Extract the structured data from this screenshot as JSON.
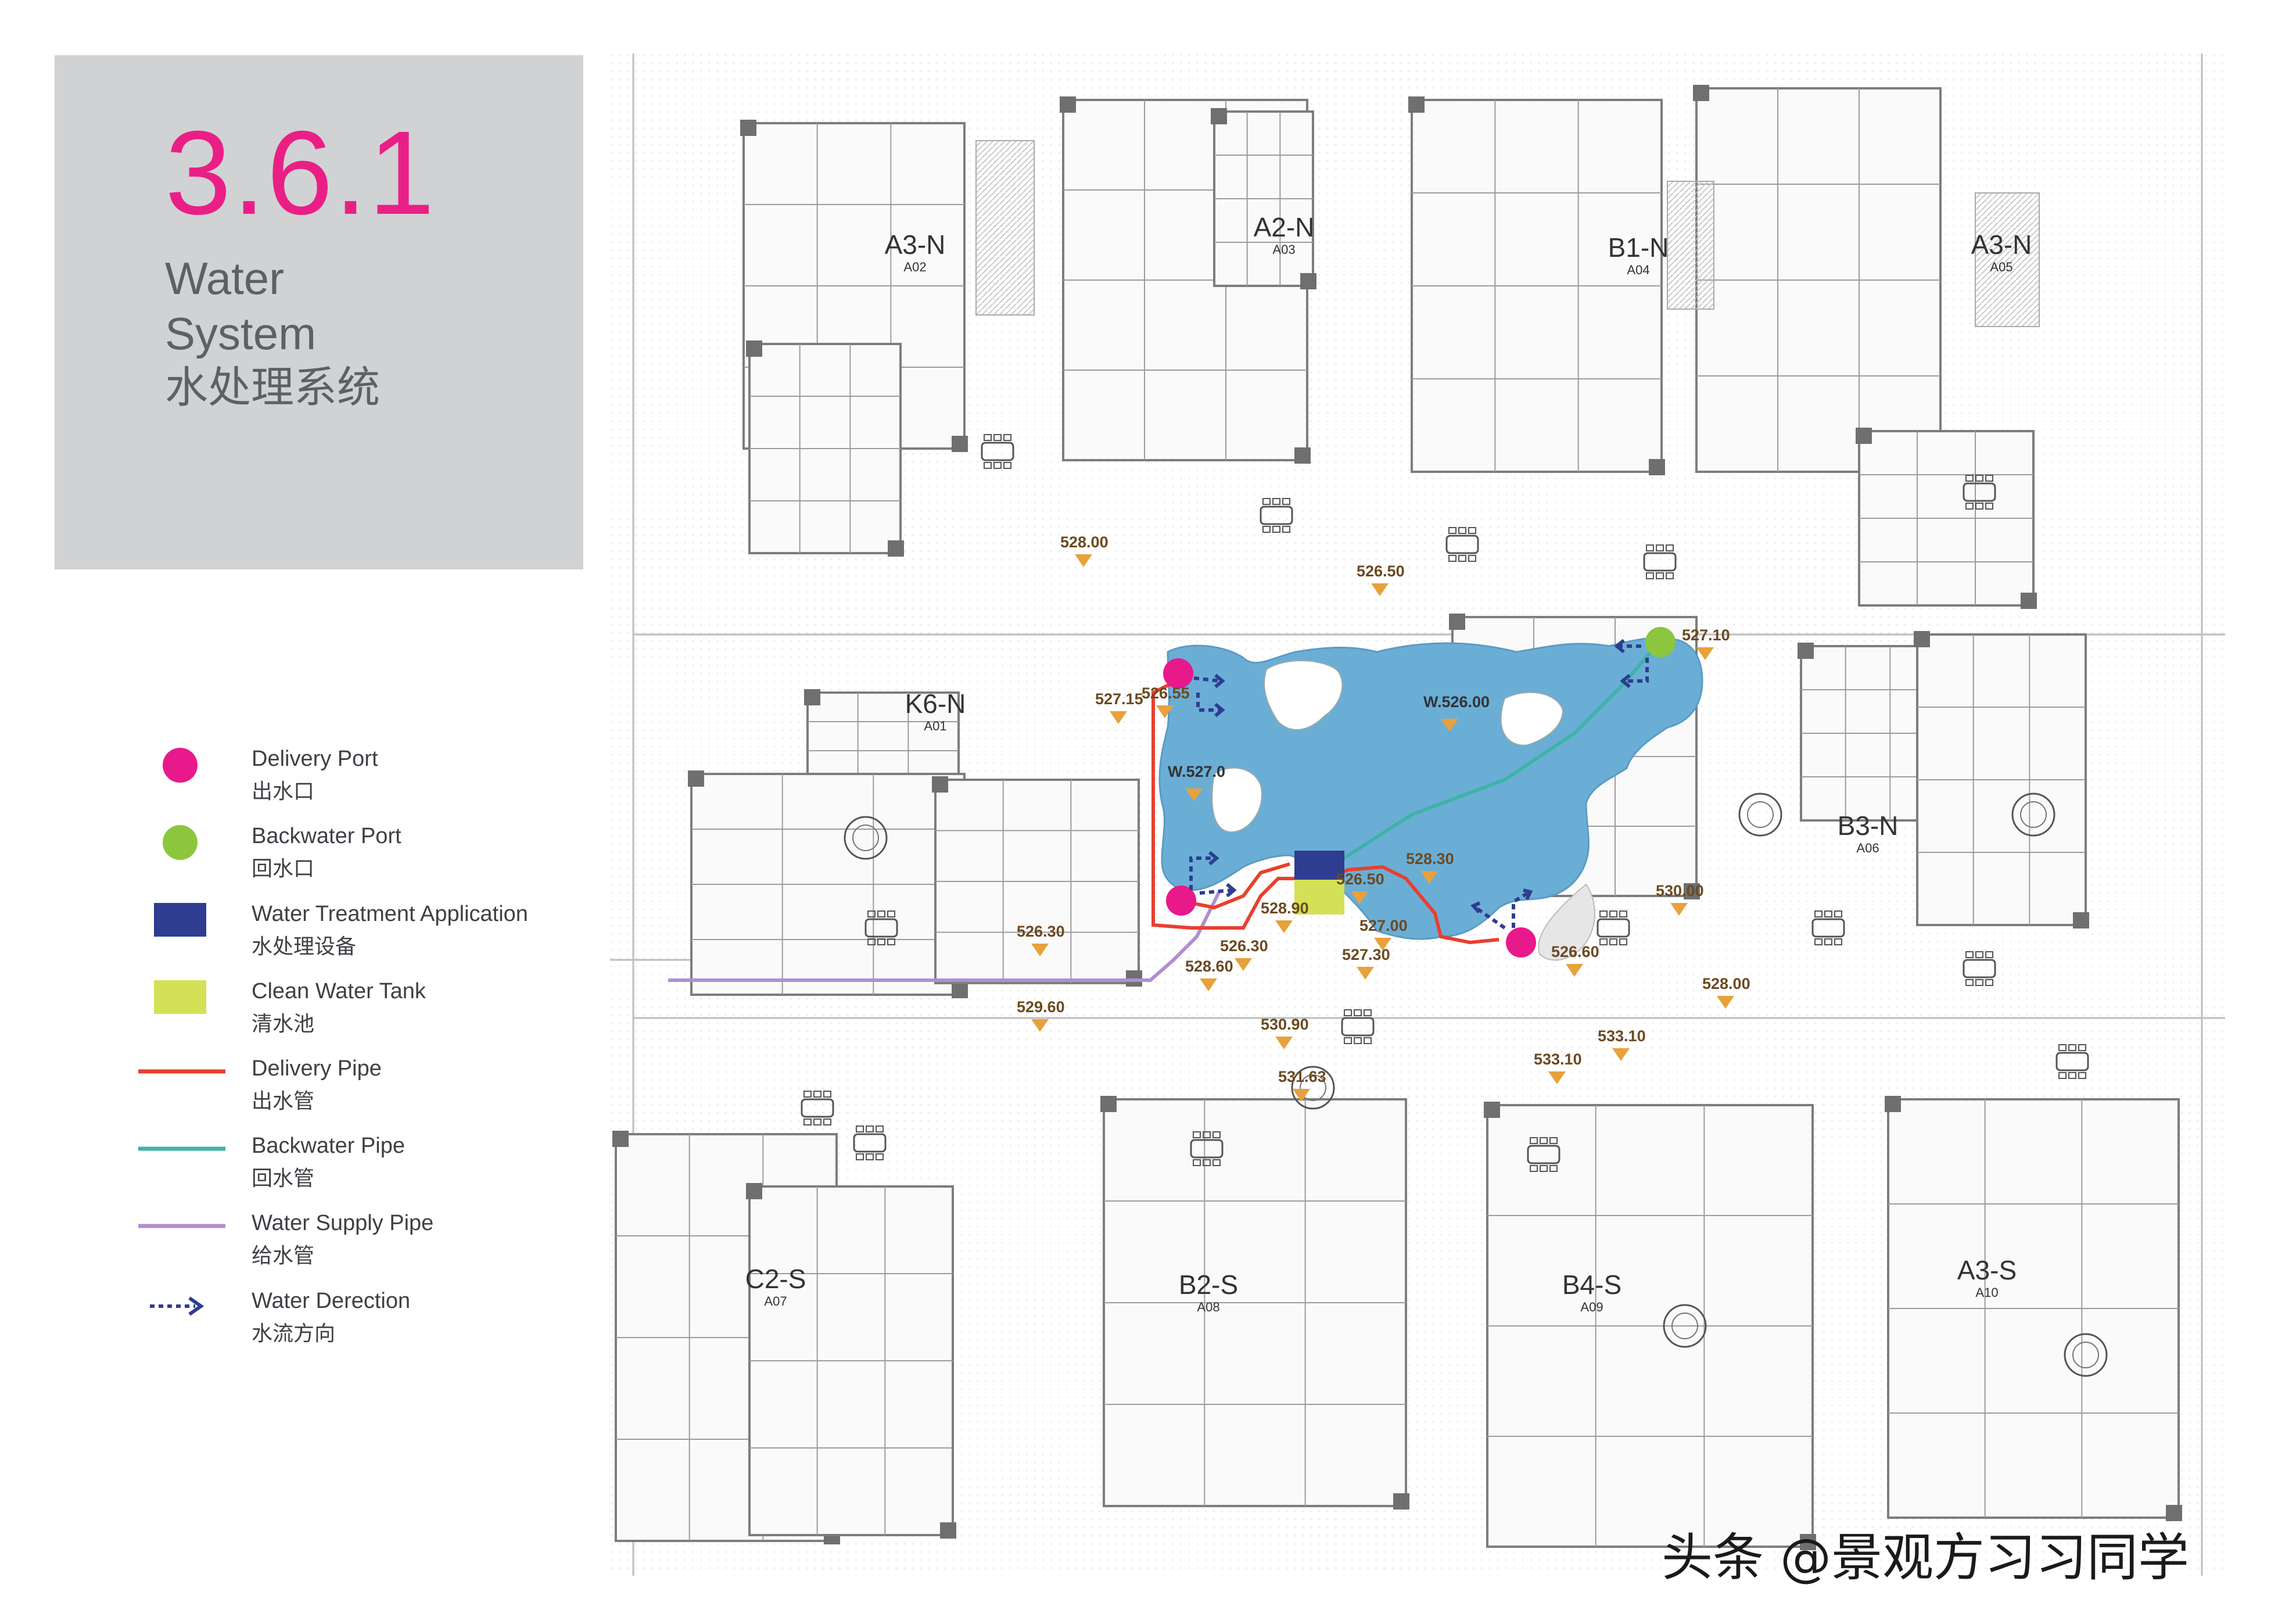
{
  "header": {
    "number": "3.6.1",
    "title_en_line1": "Water",
    "title_en_line2": "System",
    "title_cn": "水处理系统"
  },
  "legend": [
    {
      "symbol": "magenta-dot",
      "en": "Delivery Port",
      "cn": "出水口",
      "color": "#e8198b"
    },
    {
      "symbol": "green-dot",
      "en": "Backwater Port",
      "cn": "回水口",
      "color": "#8cc63f"
    },
    {
      "symbol": "navy-square",
      "en": "Water Treatment Application",
      "cn": "水处理设备",
      "color": "#2e3d8f"
    },
    {
      "symbol": "lime-square",
      "en": "Clean Water Tank",
      "cn": "清水池",
      "color": "#d4e157"
    },
    {
      "symbol": "red-line",
      "en": "Delivery Pipe",
      "cn": "出水管",
      "color": "#e8402f"
    },
    {
      "symbol": "teal-line",
      "en": "Backwater Pipe",
      "cn": "回水管",
      "color": "#3fb3a8"
    },
    {
      "symbol": "violet-line",
      "en": "Water Supply Pipe",
      "cn": "给水管",
      "color": "#b08fd0"
    },
    {
      "symbol": "dotted-arrow",
      "en": "Water Derection",
      "cn": "水流方向",
      "color": "#2e3d8f"
    }
  ],
  "plan": {
    "buildings": [
      {
        "name": "A3-N",
        "code": "A02"
      },
      {
        "name": "A2-N",
        "code": "A03"
      },
      {
        "name": "B1-N",
        "code": "A04"
      },
      {
        "name": "A3-N",
        "code": "A05"
      },
      {
        "name": "K6-N",
        "code": "A01"
      },
      {
        "name": "B3-N",
        "code": "A06"
      },
      {
        "name": "C2-S",
        "code": "A07"
      },
      {
        "name": "B2-S",
        "code": "A08"
      },
      {
        "name": "B4-S",
        "code": "A09"
      },
      {
        "name": "A3-S",
        "code": "A10"
      }
    ],
    "pond_levels": [
      "W.526.00",
      "W.527.0"
    ],
    "elevations": [
      "528.00",
      "526.50",
      "527.10",
      "527.15",
      "526.55",
      "526.30",
      "528.30",
      "526.50",
      "530.00",
      "526.30",
      "528.90",
      "527.00",
      "527.30",
      "528.60",
      "526.60",
      "528.00",
      "529.60",
      "530.90",
      "533.10",
      "533.10",
      "531.63"
    ]
  },
  "watermark": "头条 @景观方习习同学"
}
